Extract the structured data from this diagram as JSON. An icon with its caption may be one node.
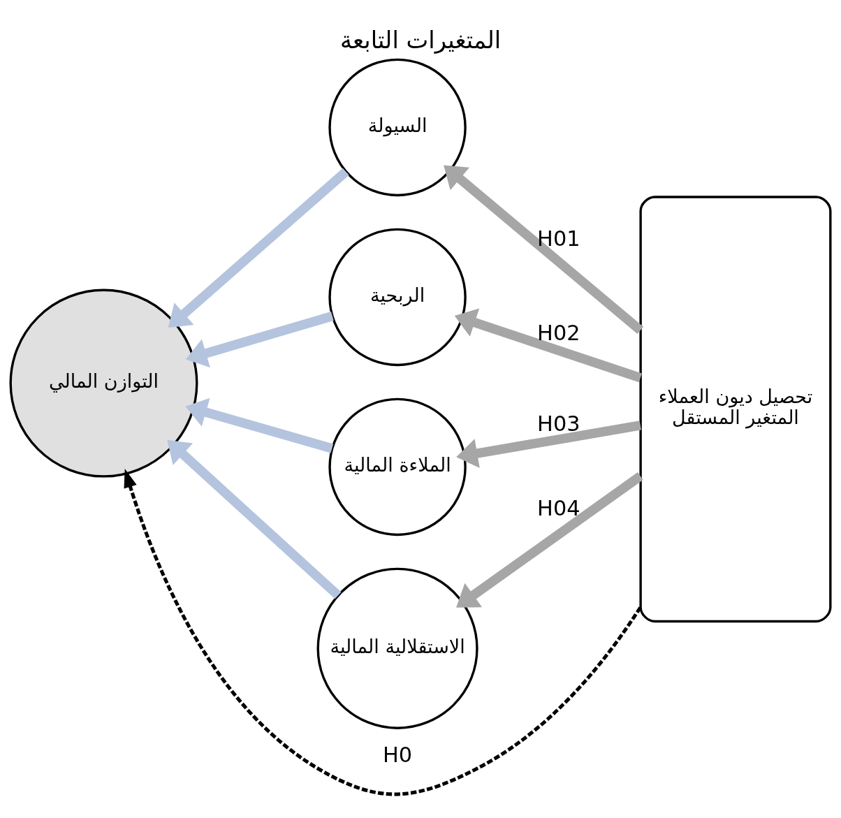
{
  "diagram": {
    "title": "المتغيرات التابعة",
    "nodes": [
      {
        "text": [
          "تحصيل ديون العملاء",
          "المتغير المستقل"
        ]
      },
      {
        "text": [
          "السيولة"
        ]
      },
      {
        "text": [
          "الربحية"
        ]
      },
      {
        "text": [
          "الملاءة المالية"
        ]
      },
      {
        "text": [
          "الاستقلالية المالية"
        ]
      },
      {
        "text": [
          "التوازن المالي"
        ]
      }
    ],
    "edges": [
      {
        "from": 0,
        "to": 1,
        "arrow": "to",
        "label": "H01",
        "color": "#a6a6a6"
      },
      {
        "from": 0,
        "to": 2,
        "arrow": "to",
        "label": "H02",
        "color": "#a6a6a6"
      },
      {
        "from": 0,
        "to": 3,
        "arrow": "to",
        "label": "H03",
        "color": "#a6a6a6"
      },
      {
        "from": 0,
        "to": 4,
        "arrow": "to",
        "label": "H04",
        "color": "#a6a6a6"
      },
      {
        "from": 1,
        "to": 5,
        "arrow": "to",
        "color": "#b4c4de"
      },
      {
        "from": 2,
        "to": 5,
        "arrow": "to",
        "color": "#b4c4de"
      },
      {
        "from": 3,
        "to": 5,
        "arrow": "to",
        "color": "#b4c4de"
      },
      {
        "from": 4,
        "to": 5,
        "arrow": "to",
        "color": "#b4c4de"
      },
      {
        "from": 0,
        "to": 5,
        "arrow": "to",
        "label": "H0",
        "style": "dashed",
        "color": "#000000"
      }
    ]
  }
}
